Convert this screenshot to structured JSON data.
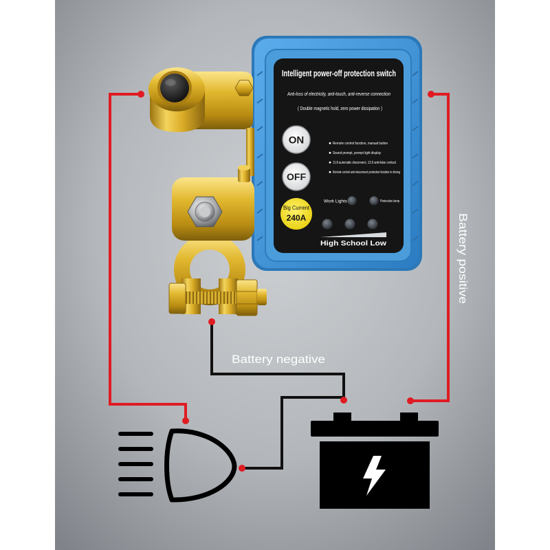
{
  "device": {
    "title": "Intelligent power-off protection switch",
    "tagline": "Anti-loss of electricity, anti-touch, anti-reverse connection",
    "note": "( Double magnetic hold, zero power dissipation )",
    "buttons": {
      "on": "ON",
      "off": "OFF"
    },
    "badge": {
      "line1": "Big Current",
      "line2": "240A"
    },
    "features": [
      "Remote control function, manual button",
      "Sound prompt, prompt light display",
      "11.8 automatic disconnect, 13.5 anti-false contact",
      "Remote control anti-misconnect protection function in driving"
    ],
    "indicators": {
      "work_lights": "Work Lights",
      "protection_lamp": "Protection lamp"
    },
    "level_scale": "High School Low"
  },
  "wiring": {
    "negative_label": "Battery negative",
    "positive_label": "Battery positive"
  },
  "icons": [
    "headlight-icon",
    "battery-icon",
    "lightning-icon",
    "battery-clamp-icon"
  ],
  "colors": {
    "backdrop": "#b3b7bb",
    "device_blue": "#3d8fd1",
    "panel": "#151515",
    "wire_positive": "#e01b22",
    "wire_negative": "#111111",
    "brass": "#e2b830",
    "badge": "#f3e11c"
  }
}
